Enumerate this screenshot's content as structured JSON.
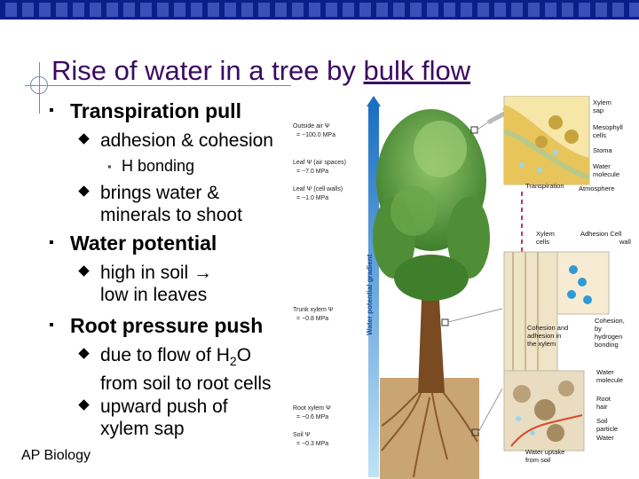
{
  "slide": {
    "title_prefix": "Rise of water in a tree by ",
    "title_emph": "bulk flow",
    "footer": "AP Biology"
  },
  "bullets": {
    "transpiration": "Transpiration pull",
    "adhesion": "adhesion & cohesion",
    "hbond": "H bonding",
    "brings_l1": "brings water &",
    "brings_l2": "minerals to shoot",
    "water_potential": "Water potential",
    "high_l1": "high in soil →",
    "high_l2": "low in leaves",
    "root_pressure": "Root pressure push",
    "due_l1a": "due to flow of H",
    "due_sub": "2",
    "due_l1b": "O",
    "due_l2": "from soil to root cells",
    "upward_l1": "upward push of",
    "upward_l2": "xylem sap"
  },
  "diagram": {
    "gradient_label": "Water potential gradient",
    "outside_air": "Outside air Ψ",
    "outside_val": "= −100.0 MPa",
    "leaf_air": "Leaf Ψ (air spaces)",
    "leaf_air_val": "= −7.0 MPa",
    "leaf_walls": "Leaf Ψ (cell walls)",
    "leaf_walls_val": "= −1.0 MPa",
    "trunk": "Trunk xylem Ψ",
    "trunk_val": "= −0.8 MPa",
    "root_xylem": "Root xylem Ψ",
    "root_xylem_val": "= −0.6 MPa",
    "soil": "Soil Ψ",
    "soil_val": "= −0.3 MPa",
    "xylem_sap": [
      "Xylem",
      "sap"
    ],
    "mesophyll": [
      "Mesophyll",
      "cells"
    ],
    "stoma": "Stoma",
    "water_molecule": [
      "Water",
      "molecule"
    ],
    "atmosphere": "Atmosphere",
    "transpiration": "Transpiration",
    "xylem_cells": [
      "Xylem",
      "cells"
    ],
    "adhesion_cell_wall": [
      "Adhesion Cell",
      "wall"
    ],
    "cohesion": [
      "Cohesion,",
      "by",
      "hydrogen",
      "bonding"
    ],
    "cohesion_adhesion": [
      "Cohesion and",
      "adhesion in",
      "the xylem"
    ],
    "water_molecule_2": [
      "Water",
      "molecule"
    ],
    "root_hair": [
      "Root",
      "hair"
    ],
    "soil_particle": [
      "Soil",
      "particle"
    ],
    "water_uptake": [
      "Water uptake",
      "from soil"
    ],
    "water_label": "Water"
  },
  "colors": {
    "topbar": "#0b1f8a",
    "title": "#3b0a62",
    "gradient_top": "#1b6fc4",
    "gradient_bottom": "#bfe3f7"
  }
}
